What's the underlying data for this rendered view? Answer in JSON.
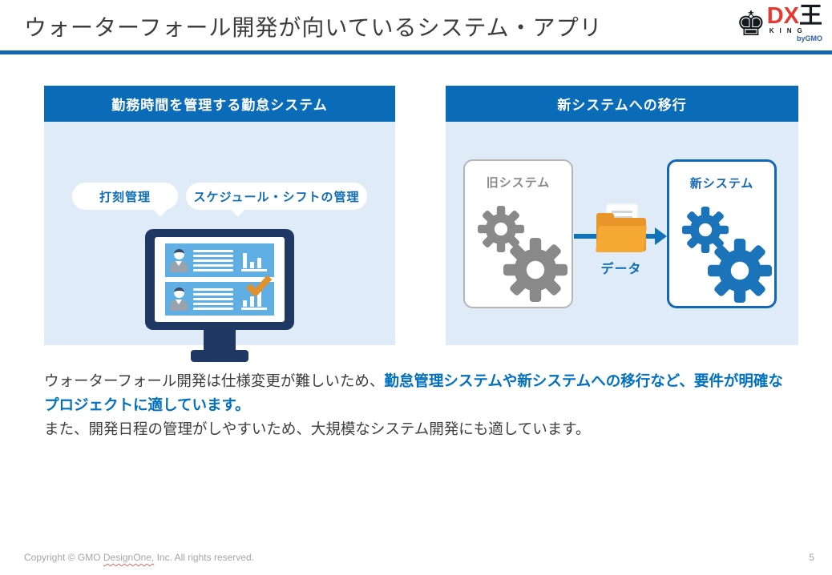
{
  "header": {
    "title": "ウォーターフォール開発が向いているシステム・アプリ",
    "logo": {
      "king_glyph": "♚",
      "dx": "DX",
      "ou": "王",
      "king_text": "KING",
      "byline": "byGMO"
    }
  },
  "left_panel": {
    "header": "勤務時間を管理する勤怠システム",
    "bubble1": "打刻管理",
    "bubble2": "スケジュール・シフトの管理"
  },
  "right_panel": {
    "header": "新システムへの移行",
    "old_system_label": "旧システム",
    "new_system_label": "新システム",
    "data_label": "データ"
  },
  "body_text": {
    "sentence1_normal": "ウォーターフォール開発は仕様変更が難しいため、",
    "sentence1_highlight": "勤怠管理システムや新システムへの移行など、要件が明確なプロジェクトに適しています。",
    "sentence2": "また、開発日程の管理がしやすいため、大規模なシステム開発にも適しています。"
  },
  "footer": {
    "copyright_prefix": "Copyright © GMO ",
    "copyright_brand": "DesignOne,",
    "copyright_suffix": " Inc. All rights reserved.",
    "page_number": "5"
  },
  "colors": {
    "accent_blue": "#0a6cb8",
    "rule_blue": "#1165ad",
    "panel_bg": "#dfecf7",
    "highlight_text": "#0070c0",
    "monitor_navy": "#203864",
    "card_blue": "#5fafe4",
    "gear_gray": "#898989",
    "gear_blue": "#1b74ba",
    "folder_orange": "#f5a833",
    "check_orange": "#e0922e",
    "logo_red": "#e8382f",
    "logo_blue": "#2b5fad"
  }
}
